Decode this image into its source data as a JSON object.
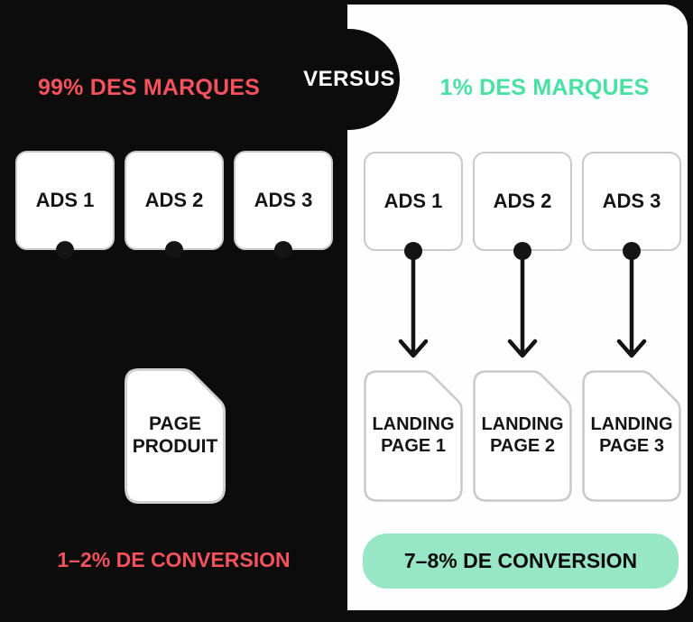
{
  "colors": {
    "background": "#0c0c0c",
    "panel": "#fefefe",
    "red": "#f5525d",
    "mint_text": "#49e0a4",
    "mint_pill": "#97e7c6",
    "ink": "#141414",
    "card_border": "#c9c9c9"
  },
  "versus": {
    "label": "VERSUS"
  },
  "left": {
    "title": "99% DES MARQUES",
    "ads": [
      {
        "label": "ADS 1"
      },
      {
        "label": "ADS 2"
      },
      {
        "label": "ADS 3"
      }
    ],
    "page_card": {
      "line1": "PAGE",
      "line2": "PRODUIT"
    },
    "conversion": "1–2% DE CONVERSION"
  },
  "right": {
    "title": "1% DES MARQUES",
    "ads": [
      {
        "label": "ADS 1"
      },
      {
        "label": "ADS 2"
      },
      {
        "label": "ADS 3"
      }
    ],
    "landing_pages": [
      {
        "line1": "LANDING",
        "line2": "PAGE 1"
      },
      {
        "line1": "LANDING",
        "line2": "PAGE 2"
      },
      {
        "line1": "LANDING",
        "line2": "PAGE 3"
      }
    ],
    "conversion": "7–8% DE CONVERSION"
  }
}
